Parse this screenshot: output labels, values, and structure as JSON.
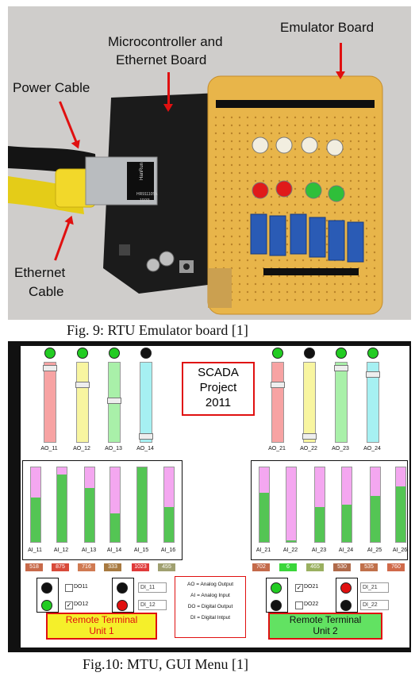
{
  "fig9": {
    "labels": {
      "emulator_board": "Emulator Board",
      "micro_line1": "Microcontroller and",
      "micro_line2": "Ethernet Board",
      "power_cable": "Power Cable",
      "ethernet_line1": "Ethernet",
      "ethernet_line2": "Cable",
      "jack_brand": "HanRun",
      "jack_model": "HR911105A",
      "jack_date": "10/33"
    },
    "caption": "Fig. 9: RTU Emulator board [1]"
  },
  "fig10": {
    "title_line1": "SCADA",
    "title_line2": "Project",
    "title_line3": "2011",
    "ao_left": [
      {
        "label": "AO_11",
        "led": "#22cc22",
        "color": "#f7a3a3",
        "level": 0.97
      },
      {
        "label": "AO_12",
        "led": "#22cc22",
        "color": "#f8f5a0",
        "level": 0.75
      },
      {
        "label": "AO_13",
        "led": "#22cc22",
        "color": "#a9f0a9",
        "level": 0.53
      },
      {
        "label": "AO_14",
        "led": "#111111",
        "color": "#a6f0f2",
        "level": 0.05
      }
    ],
    "ao_right": [
      {
        "label": "AO_21",
        "led": "#22cc22",
        "color": "#f7a3a3",
        "level": 0.75
      },
      {
        "label": "AO_22",
        "led": "#111111",
        "color": "#f8f5a0",
        "level": 0.05
      },
      {
        "label": "AO_23",
        "led": "#22cc22",
        "color": "#a9f0a9",
        "level": 0.97
      },
      {
        "label": "AO_24",
        "led": "#22cc22",
        "color": "#a6f0f2",
        "level": 0.88
      }
    ],
    "ai_left": [
      {
        "label": "AI_11",
        "value": "518",
        "fill": 0.6,
        "box": "#c86a4a"
      },
      {
        "label": "AI_12",
        "value": "875",
        "fill": 0.9,
        "box": "#d84a3a"
      },
      {
        "label": "AI_13",
        "value": "716",
        "fill": 0.72,
        "box": "#d07a52"
      },
      {
        "label": "AI_14",
        "value": "333",
        "fill": 0.38,
        "box": "#a87a40"
      },
      {
        "label": "AI_15",
        "value": "1023",
        "fill": 1.0,
        "box": "#e03a3a"
      },
      {
        "label": "AI_16",
        "value": "455",
        "fill": 0.47,
        "box": "#a0a070"
      }
    ],
    "ai_right": [
      {
        "label": "AI_21",
        "value": "702",
        "fill": 0.66,
        "box": "#c46a4a"
      },
      {
        "label": "AI_22",
        "value": "6",
        "fill": 0.02,
        "box": "#3ad63a"
      },
      {
        "label": "AI_23",
        "value": "465",
        "fill": 0.47,
        "box": "#9ab060"
      },
      {
        "label": "AI_24",
        "value": "530",
        "fill": 0.5,
        "box": "#b06a4a"
      },
      {
        "label": "AI_25",
        "value": "535",
        "fill": 0.62,
        "box": "#c0704a"
      },
      {
        "label": "AI_26",
        "value": "760",
        "fill": 0.75,
        "box": "#d06a4a"
      }
    ],
    "unit1": {
      "label_line1": "Remote Terminal",
      "label_line2": "Unit 1",
      "do": [
        {
          "label": "DO11",
          "checked": false,
          "led": "#111111"
        },
        {
          "label": "DO12",
          "checked": true,
          "led": "#22cc22"
        }
      ],
      "di": [
        {
          "label": "DI_11",
          "led": "#111111"
        },
        {
          "label": "DI_12",
          "led": "#e01010"
        }
      ]
    },
    "unit2": {
      "label_line1": "Remote Terminal",
      "label_line2": "Unit 2",
      "do": [
        {
          "label": "DO21",
          "checked": true,
          "led": "#22cc22"
        },
        {
          "label": "DO22",
          "checked": false,
          "led": "#111111"
        }
      ],
      "di": [
        {
          "label": "DI_21",
          "led": "#e01010"
        },
        {
          "label": "DI_22",
          "led": "#111111"
        }
      ]
    },
    "legend": [
      "AO = Analog Output",
      "AI = Analog Input",
      "DO = Digital Output",
      "DI = Digital Intput"
    ]
  },
  "caption10": "Fig.10: MTU, GUI Menu [1]"
}
